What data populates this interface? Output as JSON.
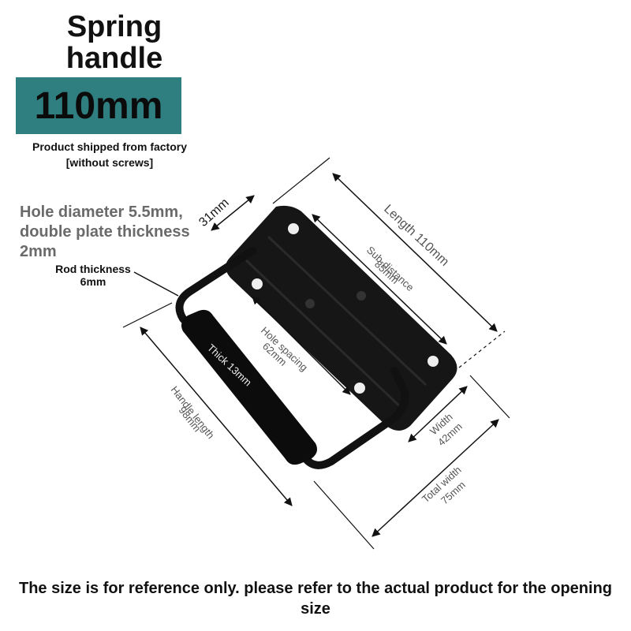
{
  "title": "Spring handle",
  "size_badge": "110mm",
  "ship_note": "Product shipped from factory [without screws]",
  "hole_note": "Hole diameter 5.5mm, double plate thickness 2mm",
  "rod_note": "Rod thickness 6mm",
  "dimensions": {
    "top_width": "31mm",
    "length": "Length 110mm",
    "sub_distance_1": "Sub-distance",
    "sub_distance_2": "85mm",
    "hole_spacing_1": "Hole spacing",
    "hole_spacing_2": "62mm",
    "thick": "Thick 13mm",
    "handle_length_1": "Handle length",
    "handle_length_2": "98mm",
    "width_1": "Width",
    "width_2": "42mm",
    "total_width_1": "Total width",
    "total_width_2": "75mm"
  },
  "footer": "The size is for reference only. please refer to the actual product for the opening size",
  "colors": {
    "badge": "#2f7f80",
    "handle": "#111111",
    "note_gray": "#6a6a6a"
  }
}
